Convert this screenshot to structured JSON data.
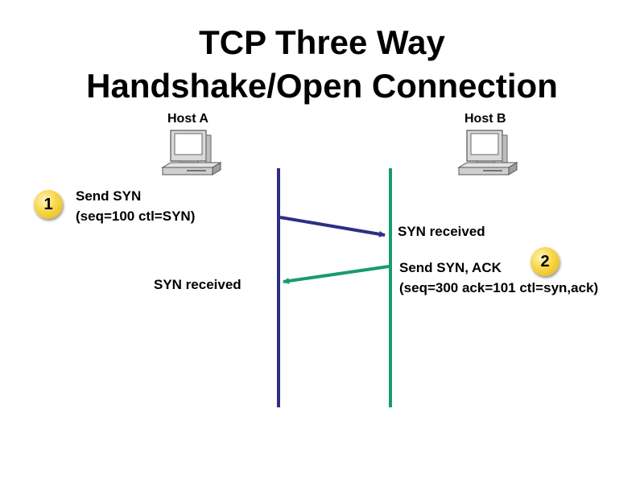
{
  "title": {
    "line1": "TCP Three Way",
    "line2": "Handshake/Open Connection"
  },
  "hosts": {
    "a": {
      "label": "Host A",
      "icon": "computer-icon"
    },
    "b": {
      "label": "Host B",
      "icon": "computer-icon"
    }
  },
  "steps": [
    {
      "number": "1",
      "line1": "Send SYN",
      "line2": "(seq=100 ctl=SYN)",
      "received": "SYN received",
      "color": "#2e2e86"
    },
    {
      "number": "2",
      "line1": "Send SYN, ACK",
      "line2": "(seq=300 ack=101 ctl=syn,ack)",
      "received": "SYN received",
      "color": "#1a9a70"
    }
  ],
  "colors": {
    "host_a_timeline": "#2e2e86",
    "host_b_timeline": "#1a9a70",
    "badge": "#f3cf3c"
  }
}
